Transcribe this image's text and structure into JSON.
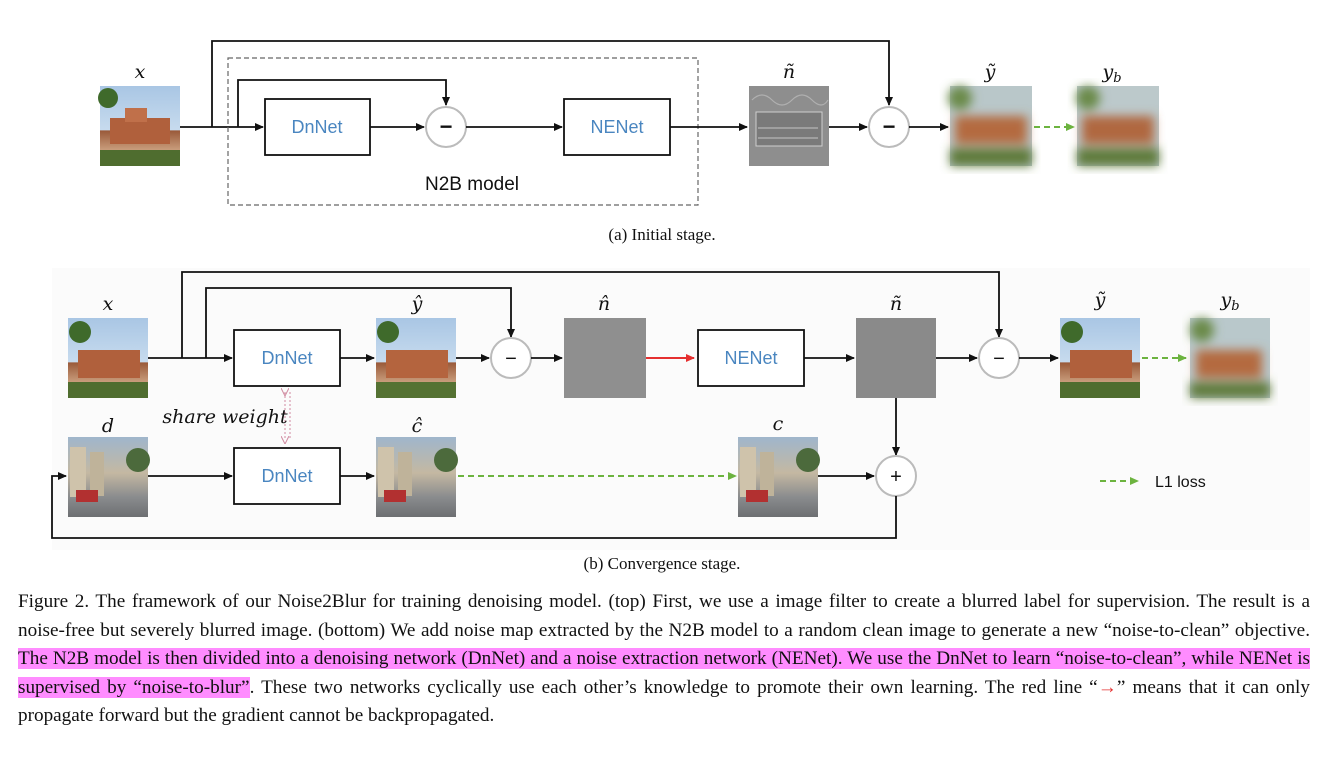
{
  "top": {
    "x_label": "x",
    "n_tilde": "ñ",
    "y_tilde": "ỹ",
    "y_b": "y",
    "y_b_sub": "b",
    "dnnet": "DnNet",
    "nenet": "NENet",
    "minus": "−",
    "model_label": "N2B model",
    "caption": "(a)  Initial stage."
  },
  "bottom": {
    "x_label": "x",
    "y_hat": "ŷ",
    "n_hat": "n̂",
    "n_tilde": "ñ",
    "y_tilde": "ỹ",
    "y_b": "y",
    "y_b_sub": "b",
    "d_label": "d",
    "c_hat": "ĉ",
    "c_label": "c",
    "dnnet_top": "DnNet",
    "dnnet_bottom": "DnNet",
    "nenet": "NENet",
    "share_weight": "share weight",
    "minus": "−",
    "plus": "+",
    "legend": "L1 loss",
    "caption": "(b)  Convergence stage."
  },
  "paragraph": {
    "part1": "Figure 2. The framework of our Noise2Blur for training denoising model. (top) First, we use a image filter to create a blurred label for supervision. The result is a noise-free but severely blurred image. (bottom) We add noise map extracted by the N2B model to a random clean image to generate a new “noise-to-clean” objective. ",
    "highlight": "The N2B model is then divided into a denoising network (DnNet) and a noise extraction network (NENet). We use the DnNet to learn “noise-to-clean”, while NENet is supervised by “noise-to-blur”",
    "part2": ". These two networks cyclically use each other’s knowledge to promote their own learning. The red line “",
    "arrow": "→",
    "part3": "” means that it can only propagate forward but the gradient cannot be backpropagated."
  },
  "colors": {
    "box_text": "#4a86c0",
    "loss_green": "#6cb33f",
    "red_arrow": "#e53030",
    "highlight": "#ff8cff"
  }
}
